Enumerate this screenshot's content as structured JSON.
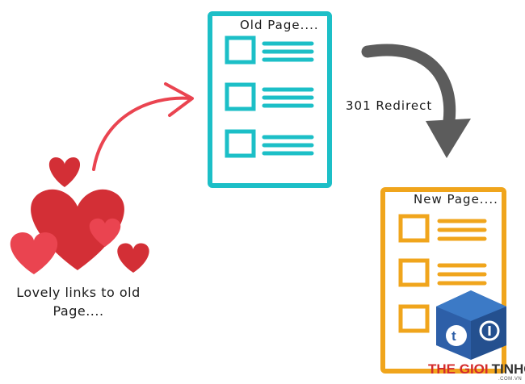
{
  "old_page": {
    "title": "Old Page....",
    "color": "#1cbfc7"
  },
  "new_page": {
    "title": "New Page....",
    "color": "#f0a51c"
  },
  "redirect": {
    "label": "301 Redirect",
    "color": "#5c5c5c"
  },
  "links": {
    "caption_line1": "Lovely links to old",
    "caption_line2": "Page....",
    "heart_color": "#d32f36",
    "arrow_color": "#ea4450"
  },
  "watermark": {
    "brand_red": "THE GIOI",
    "brand_dark": "TINHOC",
    "domain": ".COM.VN",
    "cube_color": "#2d5fa8"
  }
}
